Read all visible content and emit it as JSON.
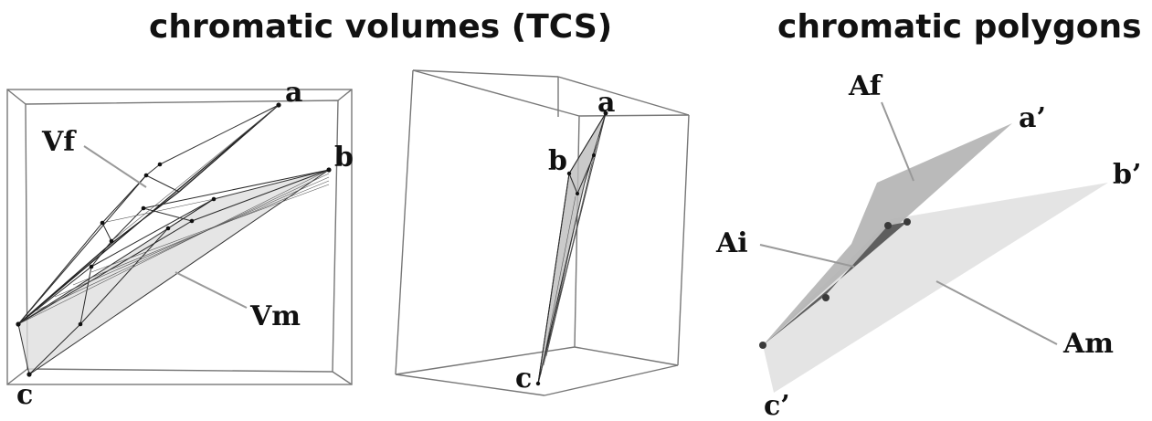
{
  "headings": {
    "volumes": "chromatic volumes (TCS)",
    "polygons": "chromatic polygons"
  },
  "volume_view_1": {
    "vertex_a": "a",
    "vertex_b": "b",
    "vertex_c": "c",
    "label_vf": "Vf",
    "label_vm": "Vm"
  },
  "volume_view_2": {
    "vertex_a": "a",
    "vertex_b": "b",
    "vertex_c": "c"
  },
  "polygon_view": {
    "label_af": "Af",
    "label_ai": "Ai",
    "label_am": "Am",
    "vertex_a_prime": "a’",
    "vertex_b_prime": "b’",
    "vertex_c_prime": "c’"
  },
  "colors": {
    "background": "#ffffff",
    "text": "#111111",
    "volume_f_fill": "#a9a9a9",
    "volume_m_fill": "#dcdcdc",
    "polygon_f_fill": "#b3b3b3",
    "polygon_m_fill": "#e4e4e4",
    "intersection_fill": "#5e5e5e",
    "leader_line": "#999999"
  }
}
